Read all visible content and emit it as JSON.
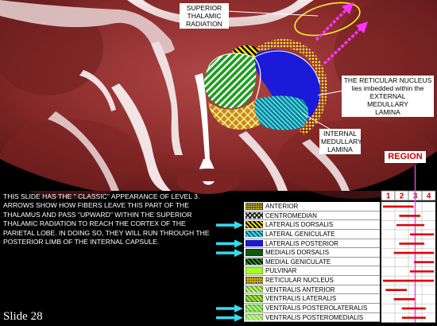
{
  "annotations": {
    "superior_thalamic_radiation": [
      "SUPERIOR",
      "THALAMIC",
      "RADIATION"
    ],
    "reticular_nucleus": [
      "THE RETICULAR NUCLEUS",
      "lies imbedded within the",
      "EXTERNAL",
      "MEDULLARY",
      "LAMINA"
    ],
    "internal_lamina": [
      "INTERNAL",
      "MEDULLARY",
      "LAMINA"
    ]
  },
  "description": "THIS SLIDE HAS THE \" CLASSIC\" APPEARANCE OF LEVEL 3.  ARROWS SHOW HOW FIBERS LEAVE THIS PART OF THE THALAMUS AND PASS \"UPWARD\" WITHIN THE SUPERIOR THALAMIC RADIATION TO REACH THE CORTEX OF THE PARIETAL LOBE. IN DOING SO, THEY WILL RUN THROUGH THE POSTERIOR LIMB OF THE INTERNAL CAPSULE.",
  "slide_label": "Slide 28",
  "region": {
    "title": "REGION",
    "columns": [
      "1",
      "2",
      "3",
      "4"
    ]
  },
  "nuclei": [
    {
      "name": "ANTERIOR",
      "pattern": "dots-yellow",
      "range": [
        1.0,
        2.5
      ]
    },
    {
      "name": "CENTROMEDIAN",
      "pattern": "xhatch-dark",
      "range": [
        2.2,
        3.0
      ]
    },
    {
      "name": "LATERALIS DORSALIS",
      "pattern": "diag-yellow",
      "range": [
        2.0,
        3.3
      ],
      "arrow": true
    },
    {
      "name": "LATERAL GENICULATE",
      "pattern": "diag-cyan",
      "range": [
        3.0,
        4.0
      ]
    },
    {
      "name": "LATERALIS POSTERIOR",
      "pattern": "solid-blue",
      "range": [
        2.2,
        3.3
      ],
      "arrow": true
    },
    {
      "name": "MEDIALIS DORSALIS",
      "pattern": "solid-darkgreen",
      "range": [
        1.8,
        4.0
      ],
      "arrow": true
    },
    {
      "name": "MEDIAL GENICULATE",
      "pattern": "diag-green",
      "range": [
        3.3,
        4.0
      ]
    },
    {
      "name": "PULVINAR",
      "pattern": "solid-lime",
      "range": [
        3.0,
        4.0
      ]
    },
    {
      "name": "RETICULAR NUCLEUS",
      "pattern": "dots-darkyellow",
      "range": [
        1.0,
        4.0
      ]
    },
    {
      "name": "VENTRALIS ANTERIOR",
      "pattern": "diag-lime",
      "range": [
        1.2,
        2.0
      ]
    },
    {
      "name": "VENTRALIS LATERALIS",
      "pattern": "diag-lime2",
      "range": [
        1.8,
        2.6
      ]
    },
    {
      "name": "VENTRALIS POSTEROLATERALIS",
      "pattern": "diag-lime3",
      "range": [
        2.4,
        3.4
      ],
      "arrow": true
    },
    {
      "name": "VENTRALIS POSTEROMEDIALIS",
      "pattern": "diag-lime4",
      "range": [
        2.4,
        3.4
      ],
      "arrow": true
    }
  ],
  "colors": {
    "background": "#000000",
    "tissue": "#8a2a2a",
    "chart_bar": "#dd0000",
    "current_level_marker": "#ee44ee",
    "arrow": "#33ddee",
    "radiation_arrow": "#ff33ff",
    "region_title": "#cc0000"
  },
  "current_level": 3
}
